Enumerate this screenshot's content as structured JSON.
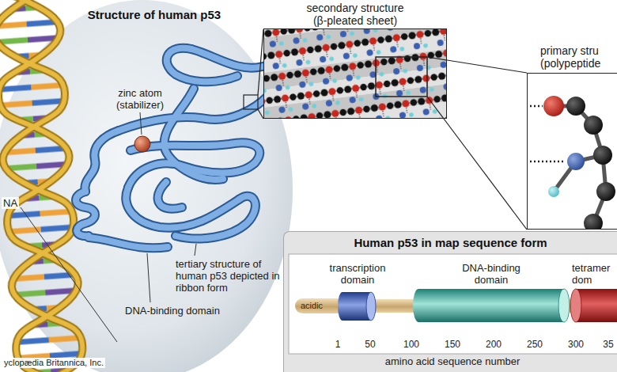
{
  "diagram": {
    "title": "Structure of human p53",
    "nodes": [
      {
        "text": [
          "secondary structure (β-pleated sheet)"
        ]
      },
      {
        "text": [
          "primary stru (polypeptide"
        ]
      },
      {
        "text": [
          "Human p53 in map sequence form"
        ]
      },
      {
        "text": [
          "acidic"
        ],
        "in": 2
      },
      {
        "text": [
          "transcription domain"
        ],
        "in": 2
      },
      {
        "text": [
          "DNA-binding domain"
        ],
        "in": 2
      },
      {
        "text": [
          "tetramer dom"
        ],
        "in": 2
      }
    ],
    "labels": [
      "zinc atom (stabilizer)",
      "tertiary structure of human p53 depicted in ribbon form",
      "DNA-binding domain",
      "NA",
      "yclopædia Britannica, Inc.",
      "1",
      "50",
      "100",
      "150",
      "200",
      "250",
      "300",
      "35",
      "amino acid sequence number"
    ]
  }
}
